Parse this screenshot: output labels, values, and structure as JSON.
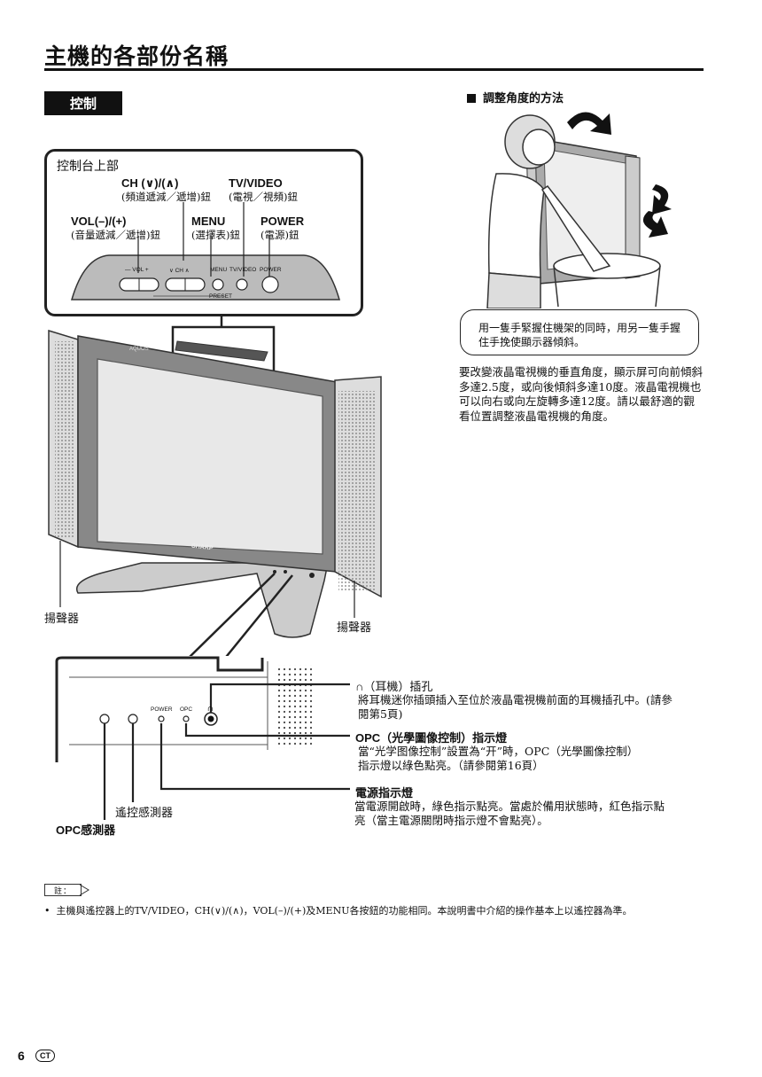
{
  "page": {
    "title": "主機的各部份名稱",
    "section_tab": "控制",
    "page_number": "6",
    "lang_badge": "CT"
  },
  "angle": {
    "heading": "調整角度的方法",
    "callout": "用一隻手緊握住機架的同時，用另一隻手握住手挽使顯示器傾斜。",
    "description": "要改變液晶電視機的垂直角度，顯示屏可向前傾斜多達2.5度，或向後傾斜多達10度。液晶電視機也可以向右或向左旋轉多達12度。請以最舒適的觀看位置調整液晶電視機的角度。"
  },
  "control_panel": {
    "title": "控制台上部",
    "ch": {
      "label": "CH (∨)/(∧)",
      "sub": "(頻道遞減／遞增)鈕"
    },
    "tvvideo": {
      "label": "TV/VIDEO",
      "sub": "(電視／視頻)鈕"
    },
    "vol": {
      "label": "VOL(–)/(+)",
      "sub": "(音量遞減／遞增)鈕"
    },
    "menu": {
      "label": "MENU",
      "sub": "(選擇表)鈕"
    },
    "power": {
      "label": "POWER",
      "sub": "(電源)鈕"
    },
    "strip": {
      "vol": "— VOL +",
      "ch": "∨ CH ∧",
      "menu": "MENU",
      "tvvideo": "TV/VIDEO",
      "power": "POWER",
      "preset": "PRESET"
    }
  },
  "tv": {
    "brand": "AQUOS",
    "logo": "SHARP",
    "speaker_left": "揚聲器",
    "speaker_right": "揚聲器"
  },
  "front_panel": {
    "power_label": "POWER",
    "opc_label": "OPC",
    "headphone": {
      "title": "（耳機）插孔",
      "desc": "將耳機迷你插頭插入至位於液晶電視機前面的耳機插孔中。(請參閱第5頁)"
    },
    "opc_indicator": {
      "title": "OPC（光學圖像控制）指示燈",
      "desc_line1": "當“光学图像控制”設置為“开”時，OPC（光學圖像控制）",
      "desc_line2": "指示燈以綠色點亮。（請參閱第16頁）"
    },
    "power_indicator": {
      "title": "電源指示燈",
      "desc_line1": "當電源開啟時，綠色指示點亮。當處於備用狀態時，紅色指示點",
      "desc_line2": "亮（當主電源關閉時指示燈不會點亮）。"
    },
    "remote_sensor": "遙控感測器",
    "opc_sensor": "OPC感測器"
  },
  "note": {
    "tag": "註：",
    "text": "主機與遙控器上的TV/VIDEO，CH(∨)/(∧)，VOL(–)/(+)及MENU各按鈕的功能相同。本說明書中介紹的操作基本上以遙控器為準。"
  }
}
